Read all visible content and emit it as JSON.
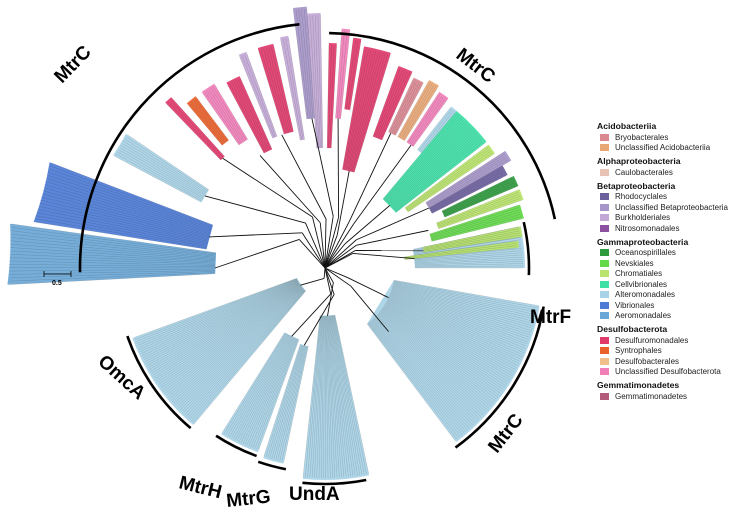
{
  "clade_labels": {
    "top_left": "MtrC",
    "top_right": "MtrC",
    "right_f": "MtrF",
    "bottom_right": "MtrC",
    "bottom_undA": "UndA",
    "bottom_g": "MtrG",
    "bottom_h": "MtrH",
    "left_omcA": "OmcA"
  },
  "scale_bar": {
    "label": "0.5"
  },
  "legend": {
    "groups": [
      {
        "title": "Acidobacteriia",
        "items": [
          {
            "label": "Bryobacterales",
            "color": "#d98891"
          },
          {
            "label": "Unclassified Acidobacteriia",
            "color": "#e8a775"
          }
        ]
      },
      {
        "title": "Alphaproteobacteria",
        "items": [
          {
            "label": "Caulobacterales",
            "color": "#e8c2b2"
          }
        ]
      },
      {
        "title": "Betaproteobacteria",
        "items": [
          {
            "label": "Rhodocyclales",
            "color": "#6c5f9e"
          },
          {
            "label": "Unclassified Betaproteobacteria",
            "color": "#a595c8"
          },
          {
            "label": "Burkholderiales",
            "color": "#c2a8d6"
          },
          {
            "label": "Nitrosomonadales",
            "color": "#8d4fa0"
          }
        ]
      },
      {
        "title": "Gammaproteobacteria",
        "items": [
          {
            "label": "Oceanospirillales",
            "color": "#2e9a3e"
          },
          {
            "label": "Nevskiales",
            "color": "#63d94a"
          },
          {
            "label": "Chromatiales",
            "color": "#b9e36a"
          },
          {
            "label": "Cellvibrionales",
            "color": "#3ee0a6"
          },
          {
            "label": "Alteromonadales",
            "color": "#a8d3e6"
          },
          {
            "label": "Vibrionales",
            "color": "#4c7bd6"
          },
          {
            "label": "Aeromonadales",
            "color": "#6aa7d6"
          }
        ]
      },
      {
        "title": "Desulfobacterota",
        "items": [
          {
            "label": "Desulfuromonadales",
            "color": "#e03a6a"
          },
          {
            "label": "Syntrophales",
            "color": "#e8602a"
          },
          {
            "label": "Desulfobacterales",
            "color": "#f0c08a"
          },
          {
            "label": "Unclassified Desulfobacterota",
            "color": "#f07fb8"
          }
        ]
      },
      {
        "title": "Gemmatimonadetes",
        "items": [
          {
            "label": "Gemmatimonadetes",
            "color": "#b25a7a"
          }
        ]
      }
    ]
  }
}
